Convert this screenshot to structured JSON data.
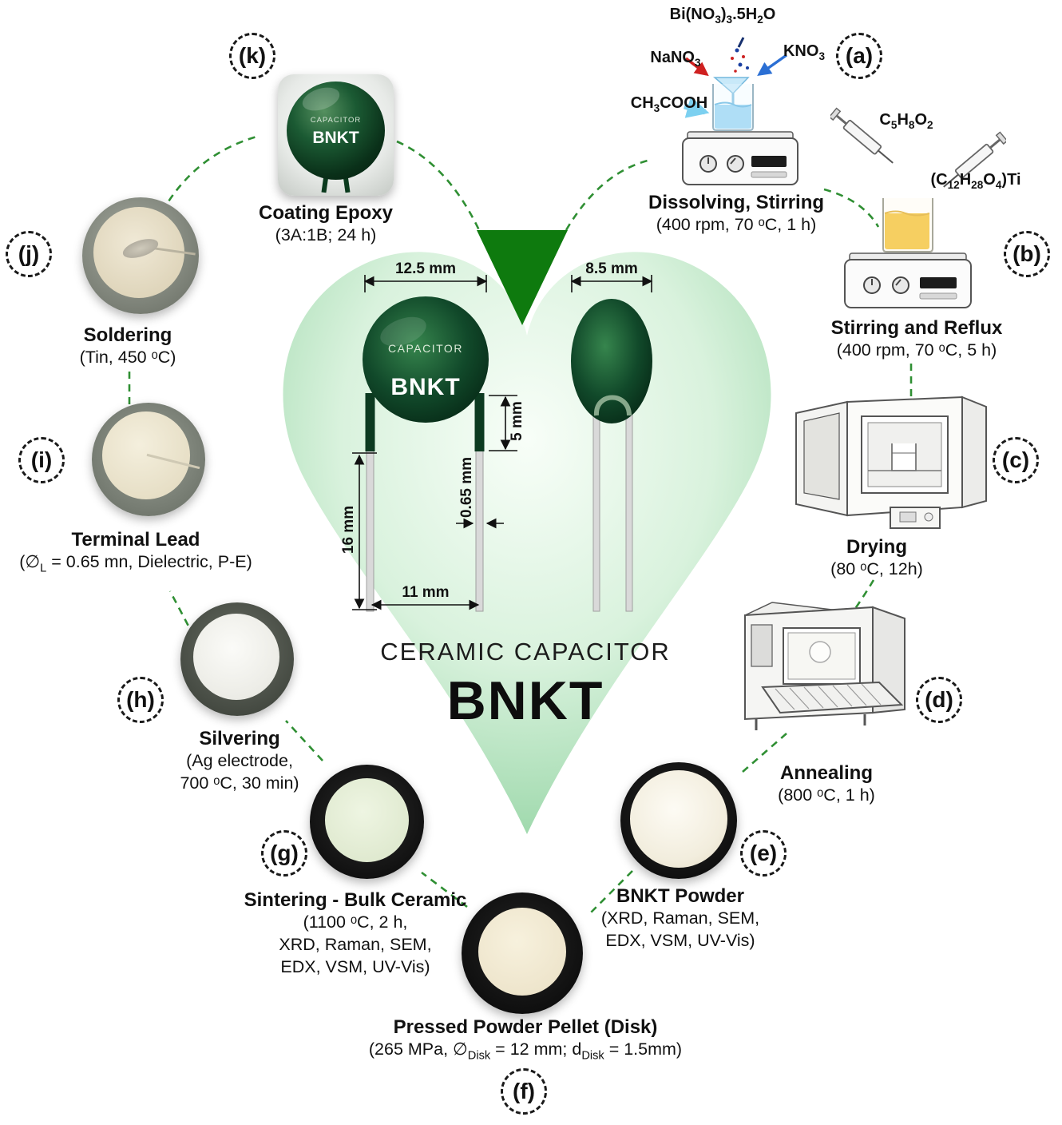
{
  "figure": {
    "center_title": "CERAMIC CAPACITOR",
    "center_name": "BNKT"
  },
  "capacitor": {
    "front": {
      "line1": "CAPACITOR",
      "line2": "BNKT"
    },
    "dims": {
      "front_width": "12.5 mm",
      "side_width": "8.5 mm",
      "coat_clearance": "5 mm",
      "lead_diameter": "0.65 mm",
      "lead_length": "16 mm",
      "lead_spacing": "11 mm"
    }
  },
  "epoxy_ball": {
    "line1": "CAPACITOR",
    "line2": "BNKT"
  },
  "steps": {
    "a": {
      "badge": "(a)",
      "title": "Dissolving, Stirring",
      "detail": "(400 rpm, 70 ᵒC, 1 h)"
    },
    "b": {
      "badge": "(b)",
      "title": "Stirring and Reflux",
      "detail": "(400 rpm, 70 ᵒC, 5 h)"
    },
    "c": {
      "badge": "(c)",
      "title": "Drying",
      "detail": "(80 ᵒC, 12h)"
    },
    "d": {
      "badge": "(d)",
      "title": "Annealing",
      "detail": "(800 ᵒC, 1 h)"
    },
    "e": {
      "badge": "(e)",
      "title": "BNKT Powder",
      "detail": "(XRD, Raman, SEM,\nEDX, VSM, UV-Vis)"
    },
    "f": {
      "badge": "(f)",
      "title": "Pressed Powder Pellet (Disk)",
      "detail_html": "(265 MPa, &#8709;<sub>Disk</sub> = 12 mm; d<sub>Disk</sub> = 1.5mm)"
    },
    "g": {
      "badge": "(g)",
      "title": "Sintering - Bulk Ceramic",
      "detail": "(1100 ᵒC, 2 h,\nXRD, Raman, SEM,\nEDX, VSM, UV-Vis)"
    },
    "h": {
      "badge": "(h)",
      "title": "Silvering",
      "detail": "(Ag electrode,\n700 ᵒC, 30 min)"
    },
    "i": {
      "badge": "(i)",
      "title": "Terminal Lead",
      "detail_html": "(&#8709;<sub>L</sub> = 0.65 mn, Dielectric, P-E)"
    },
    "j": {
      "badge": "(j)",
      "title": "Soldering",
      "detail": "(Tin, 450 ᵒC)"
    },
    "k": {
      "badge": "(k)",
      "title": "Coating Epoxy",
      "detail": "(3A:1B; 24 h)"
    }
  },
  "reagents": {
    "bi_nitrate": "Bi(NO<sub>3</sub>)<sub>3</sub>.5H<sub>2</sub>O",
    "sodium_nitrate": "NaNO<sub>3</sub>",
    "potassium_nitrate": "KNO<sub>3</sub>",
    "acetic_acid": "CH<sub>3</sub>COOH",
    "acetylacetone": "C<sub>5</sub>H<sub>8</sub>O<sub>2</sub>",
    "titanium_precursor": "(C<sub>12</sub>H<sub>28</sub>O<sub>4</sub>)Ti"
  },
  "colors": {
    "connector_green": "#2f8f33",
    "notch_triangle_green": "#0e7a0e",
    "heart_light": "#f8fef8",
    "heart_deep": "#7fcb92",
    "capacitor_dark_green": "#0c3a20"
  }
}
